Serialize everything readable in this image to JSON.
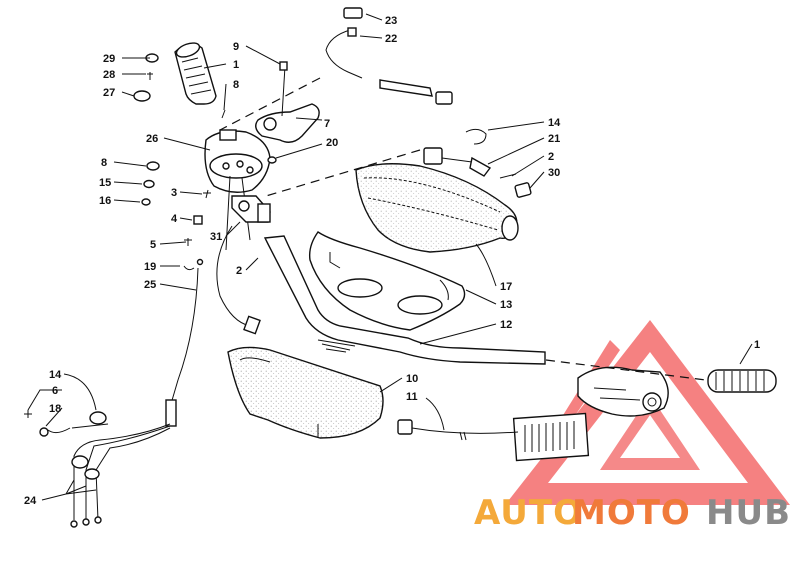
{
  "diagram": {
    "callouts": [
      {
        "id": "c29",
        "label": "29"
      },
      {
        "id": "c28",
        "label": "28"
      },
      {
        "id": "c27",
        "label": "27"
      },
      {
        "id": "c1a",
        "label": "1"
      },
      {
        "id": "c9",
        "label": "9"
      },
      {
        "id": "c8a",
        "label": "8"
      },
      {
        "id": "c7",
        "label": "7"
      },
      {
        "id": "c26",
        "label": "26"
      },
      {
        "id": "c20",
        "label": "20"
      },
      {
        "id": "c8b",
        "label": "8"
      },
      {
        "id": "c15",
        "label": "15"
      },
      {
        "id": "c16",
        "label": "16"
      },
      {
        "id": "c3",
        "label": "3"
      },
      {
        "id": "c4",
        "label": "4"
      },
      {
        "id": "c31",
        "label": "31"
      },
      {
        "id": "c5",
        "label": "5"
      },
      {
        "id": "c2a",
        "label": "2"
      },
      {
        "id": "c19",
        "label": "19"
      },
      {
        "id": "c25",
        "label": "25"
      },
      {
        "id": "c23",
        "label": "23"
      },
      {
        "id": "c22",
        "label": "22"
      },
      {
        "id": "c14a",
        "label": "14"
      },
      {
        "id": "c21",
        "label": "21"
      },
      {
        "id": "c2b",
        "label": "2"
      },
      {
        "id": "c30",
        "label": "30"
      },
      {
        "id": "c17",
        "label": "17"
      },
      {
        "id": "c13",
        "label": "13"
      },
      {
        "id": "c12",
        "label": "12"
      },
      {
        "id": "c1b",
        "label": "1"
      },
      {
        "id": "c10",
        "label": "10"
      },
      {
        "id": "c11",
        "label": "11"
      },
      {
        "id": "c14b",
        "label": "14"
      },
      {
        "id": "c6",
        "label": "6"
      },
      {
        "id": "c18",
        "label": "18"
      },
      {
        "id": "c24",
        "label": "24"
      }
    ]
  },
  "watermark": {
    "part1": "AUTO",
    "part2": "MOTO",
    "part3": "HUB",
    "colors": {
      "triangle": "#f03a3a",
      "auto": "#f4a93a",
      "moto": "#f07a3a",
      "hub": "#8a8a8a"
    }
  }
}
